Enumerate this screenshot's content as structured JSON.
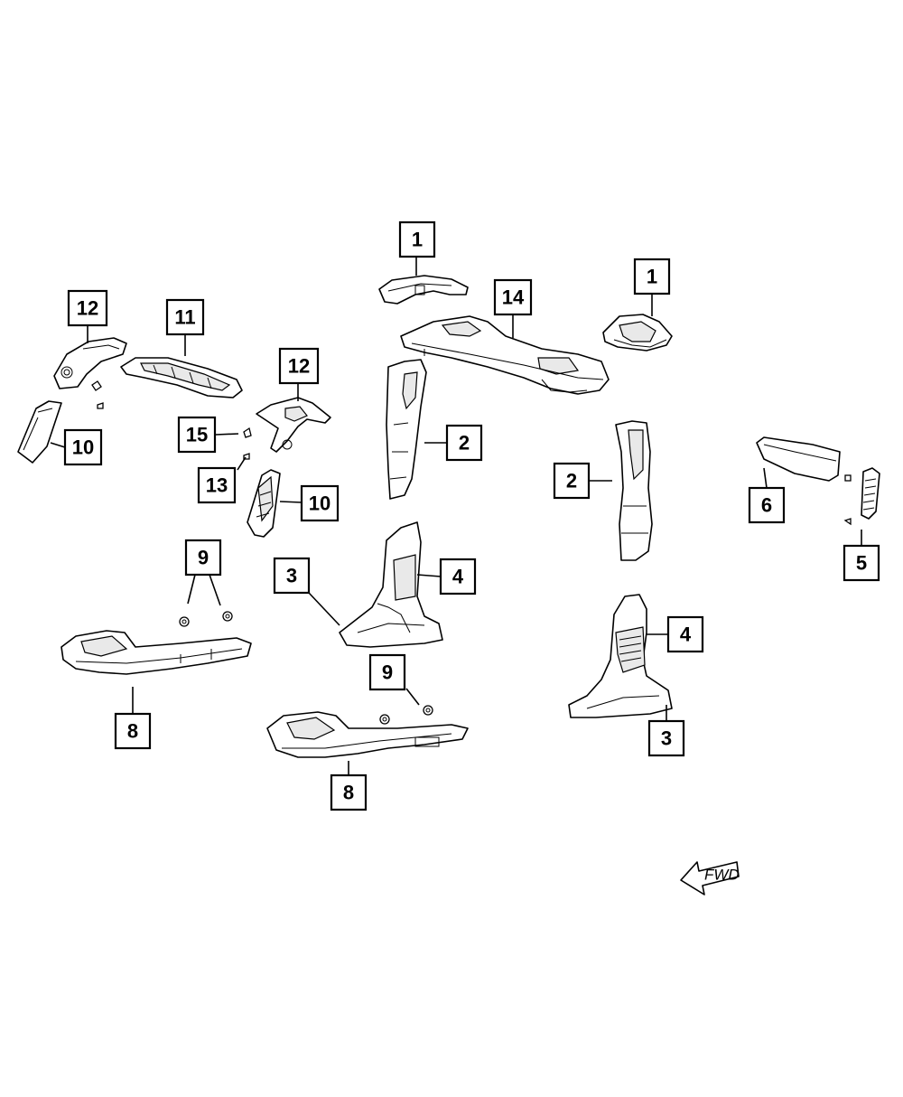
{
  "callouts": {
    "c1a": "1",
    "c1b": "1",
    "c14": "14",
    "c12a": "12",
    "c11": "11",
    "c12b": "12",
    "c15": "15",
    "c10a": "10",
    "c13": "13",
    "c10b": "10",
    "c2a": "2",
    "c2b": "2",
    "c6": "6",
    "c5": "5",
    "c9a": "9",
    "c3a": "3",
    "c4a": "4",
    "c4b": "4",
    "c9b": "9",
    "c8a": "8",
    "c3b": "3",
    "c8b": "8"
  },
  "direction_label": "FWD",
  "colors": {
    "line": "#000000",
    "background": "#ffffff",
    "shade": "#e9e9e9"
  }
}
